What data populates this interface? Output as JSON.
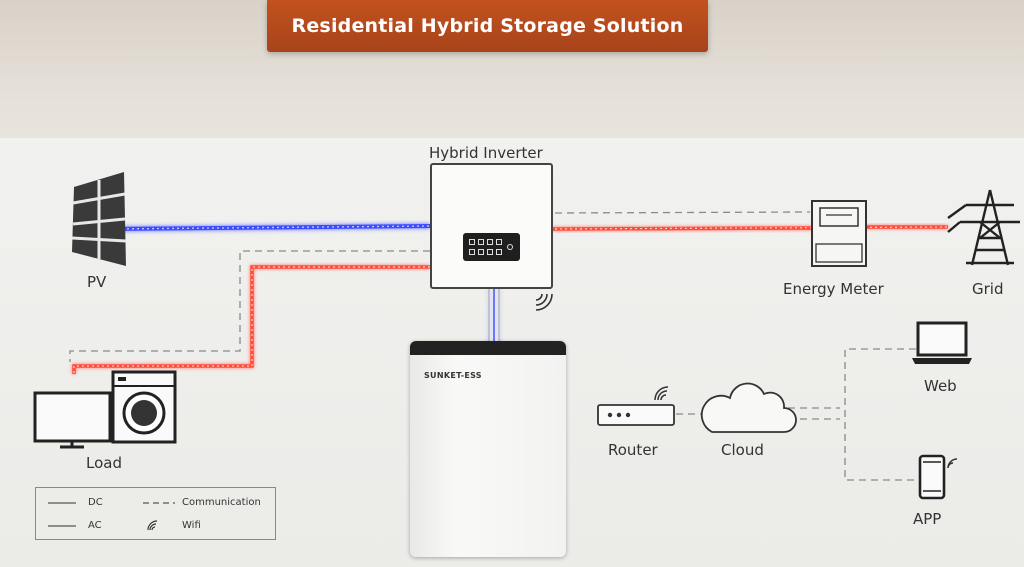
{
  "banner": {
    "title": "Residential Hybrid Storage Solution",
    "color": "#b44a1c"
  },
  "nodes": {
    "inverter": "Hybrid Inverter",
    "pv": "PV",
    "meter": "Energy Meter",
    "grid": "Grid",
    "load": "Load",
    "router": "Router",
    "cloud": "Cloud",
    "web": "Web",
    "app": "APP"
  },
  "battery": {
    "brand": "SUNKET-ESS"
  },
  "legend": {
    "dc": "DC",
    "ac": "AC",
    "communication": "Communication",
    "wifi": "Wifi"
  },
  "colors": {
    "dc_line": "#3a4cff",
    "ac_line": "#ff4d3a",
    "comm_line": "#888888"
  },
  "icons": [
    "solar-panel-icon",
    "inverter-icon",
    "energy-meter-icon",
    "transmission-tower-icon",
    "monitor-icon",
    "washing-machine-icon",
    "battery-icon",
    "router-icon",
    "cloud-icon",
    "laptop-icon",
    "smartphone-icon",
    "wifi-icon"
  ]
}
